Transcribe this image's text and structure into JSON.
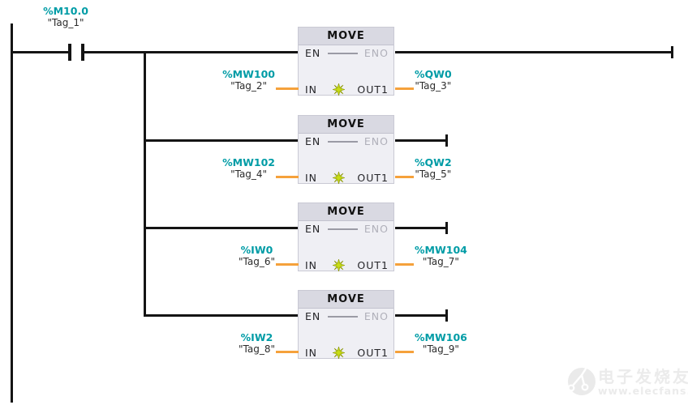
{
  "colors": {
    "line": "#141414",
    "operand": "#009CA6",
    "operand_name": "#2b2b2b",
    "wire": "#F5A13B",
    "block_header_bg": "#D9D9E2",
    "block_body_bg": "#EFEFF4",
    "muted": "#B0B0BA",
    "dash": "#9B9BA5",
    "star": "#C8DC14",
    "watermark": "#EBEBEB"
  },
  "network": {
    "contact": {
      "type": "normally-open-contact",
      "address": "%M10.0",
      "name": "\"Tag_1\""
    },
    "blocks": [
      {
        "title": "MOVE",
        "en": "EN",
        "eno": "ENO",
        "in": "IN",
        "out": "OUT1",
        "in_operand": {
          "address": "%MW100",
          "name": "\"Tag_2\""
        },
        "out_operand": {
          "address": "%QW0",
          "name": "\"Tag_3\""
        }
      },
      {
        "title": "MOVE",
        "en": "EN",
        "eno": "ENO",
        "in": "IN",
        "out": "OUT1",
        "in_operand": {
          "address": "%MW102",
          "name": "\"Tag_4\""
        },
        "out_operand": {
          "address": "%QW2",
          "name": "\"Tag_5\""
        }
      },
      {
        "title": "MOVE",
        "en": "EN",
        "eno": "ENO",
        "in": "IN",
        "out": "OUT1",
        "in_operand": {
          "address": "%IW0",
          "name": "\"Tag_6\""
        },
        "out_operand": {
          "address": "%MW104",
          "name": "\"Tag_7\""
        }
      },
      {
        "title": "MOVE",
        "en": "EN",
        "eno": "ENO",
        "in": "IN",
        "out": "OUT1",
        "in_operand": {
          "address": "%IW2",
          "name": "\"Tag_8\""
        },
        "out_operand": {
          "address": "%MW106",
          "name": "\"Tag_9\""
        }
      }
    ]
  },
  "watermark": {
    "site_name": "电子发烧友",
    "site_url": "www.elecfans.com"
  }
}
